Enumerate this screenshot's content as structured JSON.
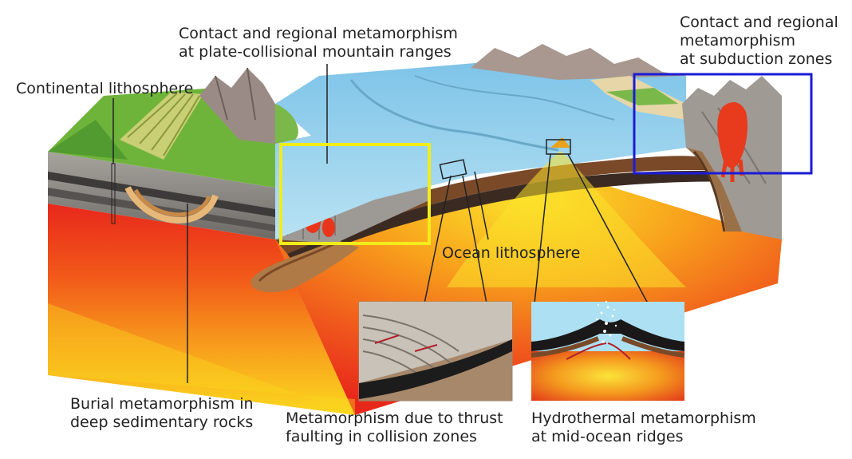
{
  "labels": {
    "continental_lithosphere": "Continental lithosphere",
    "collisional_line1": "Contact and regional metamorphism",
    "collisional_line2": "at plate-collisional mountain ranges",
    "subduction_line1": "Contact and regional",
    "subduction_line2": "metamorphism",
    "subduction_line3": "at subduction zones",
    "ocean_lithosphere": "Ocean lithosphere",
    "burial_line1": "Burial metamorphism in",
    "burial_line2": "deep sedimentary rocks",
    "thrust_line1": "Metamorphism due to thrust",
    "thrust_line2": "faulting in collision zones",
    "hydro_line1": "Hydrothermal metamorphism",
    "hydro_line2": "at mid-ocean ridges"
  },
  "highlight_colors": {
    "collisional_box": "#f2ec1a",
    "subduction_box": "#1b1bd6"
  }
}
